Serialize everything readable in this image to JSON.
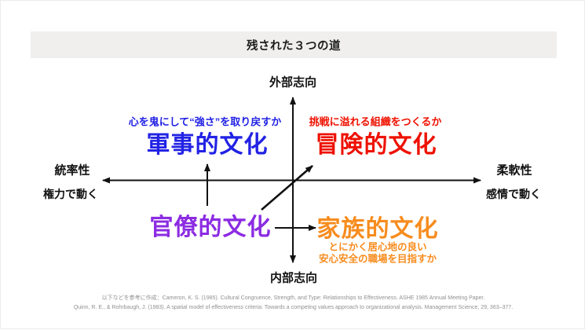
{
  "title": {
    "text": "残された３つの道",
    "bar_bg": "#f0efee"
  },
  "axes": {
    "top_label": "外部志向",
    "bottom_label": "内部志向",
    "left_label_1": "統率性",
    "left_label_2": "権力で動く",
    "right_label_1": "柔軟性",
    "right_label_2": "感情で動く",
    "line_color": "#111111"
  },
  "quadrants": {
    "top_left": {
      "caption": "心を鬼にして“強さ”を取り戻すか",
      "title": "軍事的文化",
      "color": "#2222E5"
    },
    "top_right": {
      "caption": "挑戦に溢れる組織をつくるか",
      "title": "冒険的文化",
      "color": "#EE1100"
    },
    "bottom_left": {
      "title": "官僚的文化",
      "color": "#8B2BE2"
    },
    "bottom_right": {
      "title": "家族的文化",
      "caption_line1": "とにかく居心地の良い",
      "caption_line2": "安心安全の職場を目指すか",
      "color": "#F78C1E"
    }
  },
  "arrows": [
    {
      "from": "官僚的文化",
      "to": "軍事的文化",
      "direction": "up"
    },
    {
      "from": "官僚的文化",
      "to": "冒険的文化",
      "direction": "up-right"
    },
    {
      "from": "官僚的文化",
      "to": "家族的文化",
      "direction": "right"
    }
  ],
  "footer": {
    "line1": "以下などを参考に作成：Cameron, K. S. (1985). Cultural Congruence, Strength, and Type: Relationships to Effectiveness. ASHE 1985 Annual Meeting Paper.",
    "line2": "Quinn, R. E., & Rohrbaugh, J. (1983). A spatial model of effectiveness criteria: Towards a competing values approach to organizational analysis. Management Science, 29, 363–377."
  }
}
